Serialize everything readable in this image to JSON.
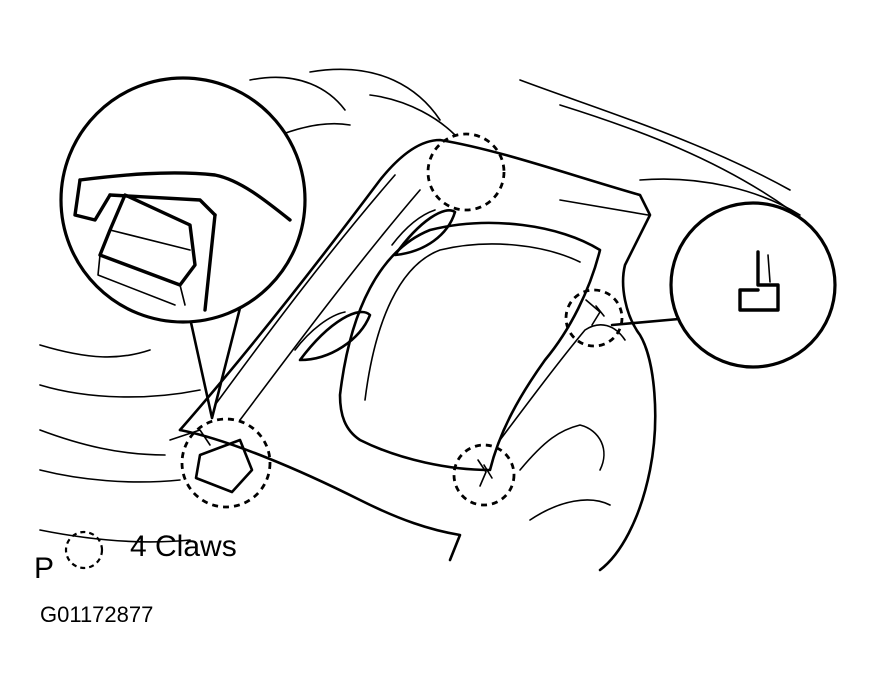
{
  "legend": {
    "letter": "P",
    "symbol": "dashed-circle-icon",
    "text": "4 Claws"
  },
  "figure_id": "G01172877",
  "colors": {
    "ink": "#000000",
    "background": "#ffffff"
  }
}
